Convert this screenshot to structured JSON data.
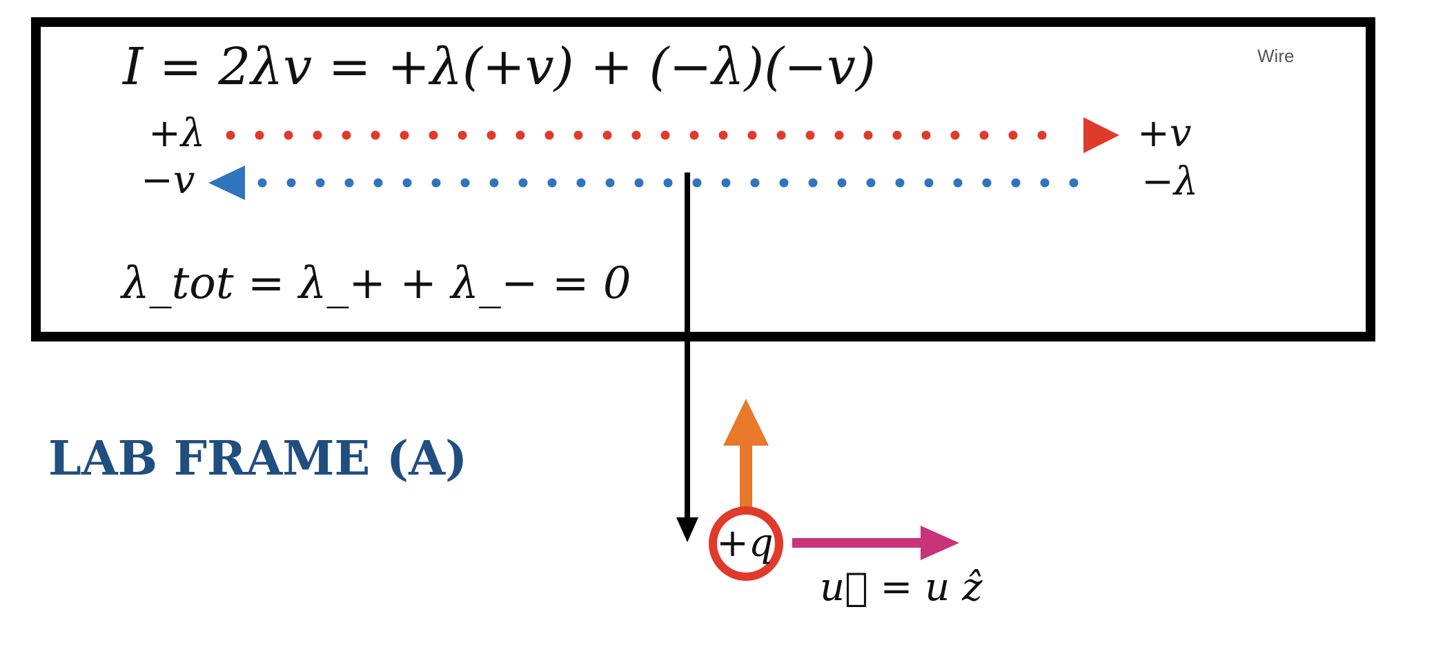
{
  "wire": {
    "label": "Wire",
    "current_equation": "I = 2λv = +λ(+v) + (−λ)(−v)",
    "total_density_equation": "λ_tot = λ_+ + λ_− = 0",
    "positive_charge": {
      "density_label": "+λ",
      "velocity_label": "+v",
      "color": "#e03a2a"
    },
    "negative_charge": {
      "density_label": "−λ",
      "velocity_label": "−v",
      "color": "#2f74be"
    }
  },
  "frame_title": "LAB FRAME (A)",
  "frame_title_color": "#1f4e7f",
  "particle": {
    "charge_label": "+q",
    "ring_color": "#e03a2a",
    "force_arrow_color": "#e8782a",
    "velocity_arrow_color": "#c9337a",
    "velocity_label": "u⃗ = u ẑ"
  },
  "distance_arrow_color": "#000000"
}
